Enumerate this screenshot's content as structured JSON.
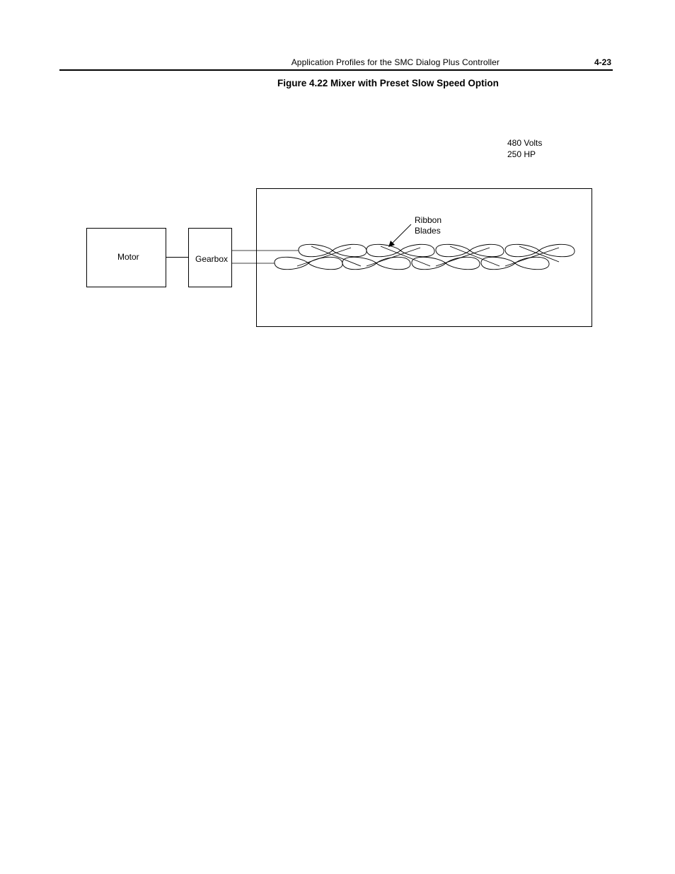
{
  "header": {
    "title": "Application Profiles for the SMC Dialog Plus Controller",
    "page_number": "4-23"
  },
  "figure": {
    "caption": "Figure 4.22 Mixer with Preset Slow Speed Option",
    "rating_voltage": "480 Volts",
    "rating_power": "250 HP",
    "motor_label": "Motor",
    "gearbox_label": "Gearbox",
    "ribbon_label_line1": "Ribbon",
    "ribbon_label_line2": "Blades"
  }
}
